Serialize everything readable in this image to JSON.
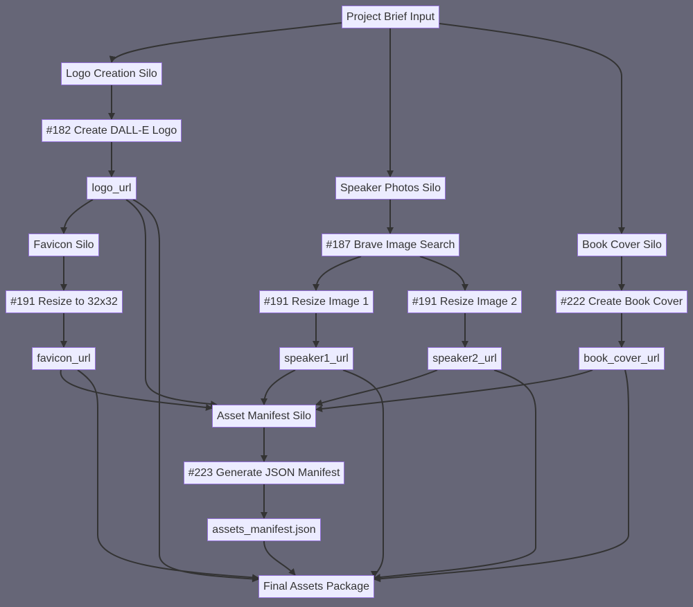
{
  "colors": {
    "background": "#666677",
    "node_fill": "#ECECFF",
    "node_border": "#9370DB",
    "node_text": "#333333",
    "edge": "#333333"
  },
  "nodes": {
    "project_brief_input": "Project Brief Input",
    "logo_creation_silo": "Logo Creation Silo",
    "create_dalle_logo": "#182 Create DALL-E Logo",
    "logo_url": "logo_url",
    "speaker_photos_silo": "Speaker Photos Silo",
    "favicon_silo": "Favicon Silo",
    "brave_image_search": "#187 Brave Image Search",
    "book_cover_silo": "Book Cover Silo",
    "resize_32x32": "#191 Resize to 32x32",
    "resize_image_1": "#191 Resize Image 1",
    "resize_image_2": "#191 Resize Image 2",
    "create_book_cover": "#222 Create Book Cover",
    "favicon_url": "favicon_url",
    "speaker1_url": "speaker1_url",
    "speaker2_url": "speaker2_url",
    "book_cover_url": "book_cover_url",
    "asset_manifest_silo": "Asset Manifest Silo",
    "generate_json_manifest": "#223 Generate JSON Manifest",
    "assets_manifest_json": "assets_manifest.json",
    "final_assets_package": "Final Assets Package"
  },
  "edges": [
    [
      "project_brief_input",
      "logo_creation_silo"
    ],
    [
      "project_brief_input",
      "speaker_photos_silo"
    ],
    [
      "project_brief_input",
      "book_cover_silo"
    ],
    [
      "logo_creation_silo",
      "create_dalle_logo"
    ],
    [
      "create_dalle_logo",
      "logo_url"
    ],
    [
      "logo_url",
      "favicon_silo"
    ],
    [
      "logo_url",
      "asset_manifest_silo"
    ],
    [
      "logo_url",
      "final_assets_package"
    ],
    [
      "speaker_photos_silo",
      "brave_image_search"
    ],
    [
      "brave_image_search",
      "resize_image_1"
    ],
    [
      "brave_image_search",
      "resize_image_2"
    ],
    [
      "favicon_silo",
      "resize_32x32"
    ],
    [
      "resize_32x32",
      "favicon_url"
    ],
    [
      "resize_image_1",
      "speaker1_url"
    ],
    [
      "resize_image_2",
      "speaker2_url"
    ],
    [
      "book_cover_silo",
      "create_book_cover"
    ],
    [
      "create_book_cover",
      "book_cover_url"
    ],
    [
      "favicon_url",
      "asset_manifest_silo"
    ],
    [
      "favicon_url",
      "final_assets_package"
    ],
    [
      "speaker1_url",
      "asset_manifest_silo"
    ],
    [
      "speaker1_url",
      "final_assets_package"
    ],
    [
      "speaker2_url",
      "asset_manifest_silo"
    ],
    [
      "speaker2_url",
      "final_assets_package"
    ],
    [
      "book_cover_url",
      "asset_manifest_silo"
    ],
    [
      "book_cover_url",
      "final_assets_package"
    ],
    [
      "asset_manifest_silo",
      "generate_json_manifest"
    ],
    [
      "generate_json_manifest",
      "assets_manifest_json"
    ],
    [
      "assets_manifest_json",
      "final_assets_package"
    ]
  ]
}
